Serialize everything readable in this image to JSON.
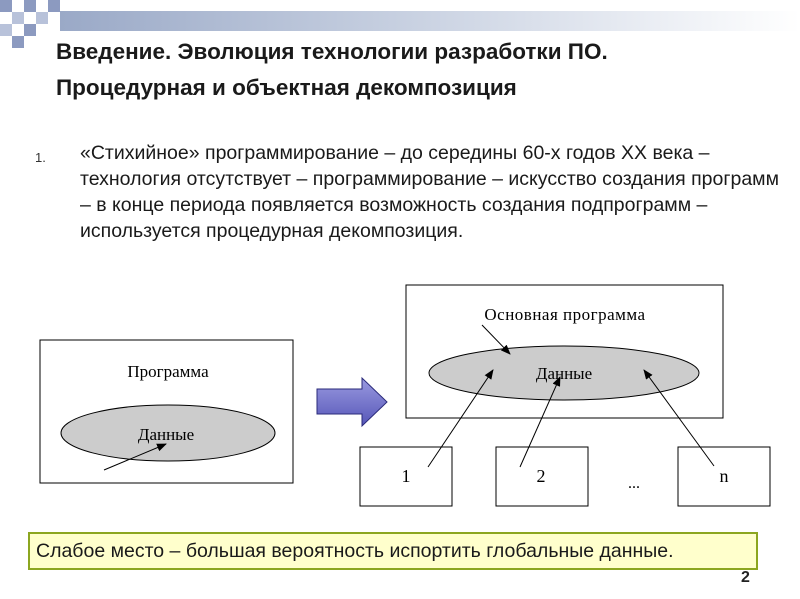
{
  "slide": {
    "title_line1": "Введение. Эволюция технологии разработки ПО.",
    "title_line2": "Процедурная и объектная декомпозиция",
    "list": {
      "number": "1.",
      "text": "«Стихийное» программирование – до середины 60-х годов XX века – технология отсутствует – программирование – искусство создания программ – в конце периода появляется возможность создания подпрограмм – используется процедурная декомпозиция."
    },
    "diagram": {
      "left_box_label": "Программа",
      "left_ellipse_label": "Данные",
      "right_box_label": "Основная программа",
      "right_ellipse_label": "Данные",
      "sub_box_1": "1",
      "sub_box_2": "2",
      "ellipsis": "...",
      "sub_box_n": "n"
    },
    "callout": "Слабое место – большая вероятность испортить глобальные данные.",
    "page_number": "2"
  },
  "colors": {
    "ellipse_fill": "#cccccc",
    "callout_bg": "#ffffcc",
    "callout_border": "#8ca620",
    "arrow_fill": "#6666cc"
  }
}
